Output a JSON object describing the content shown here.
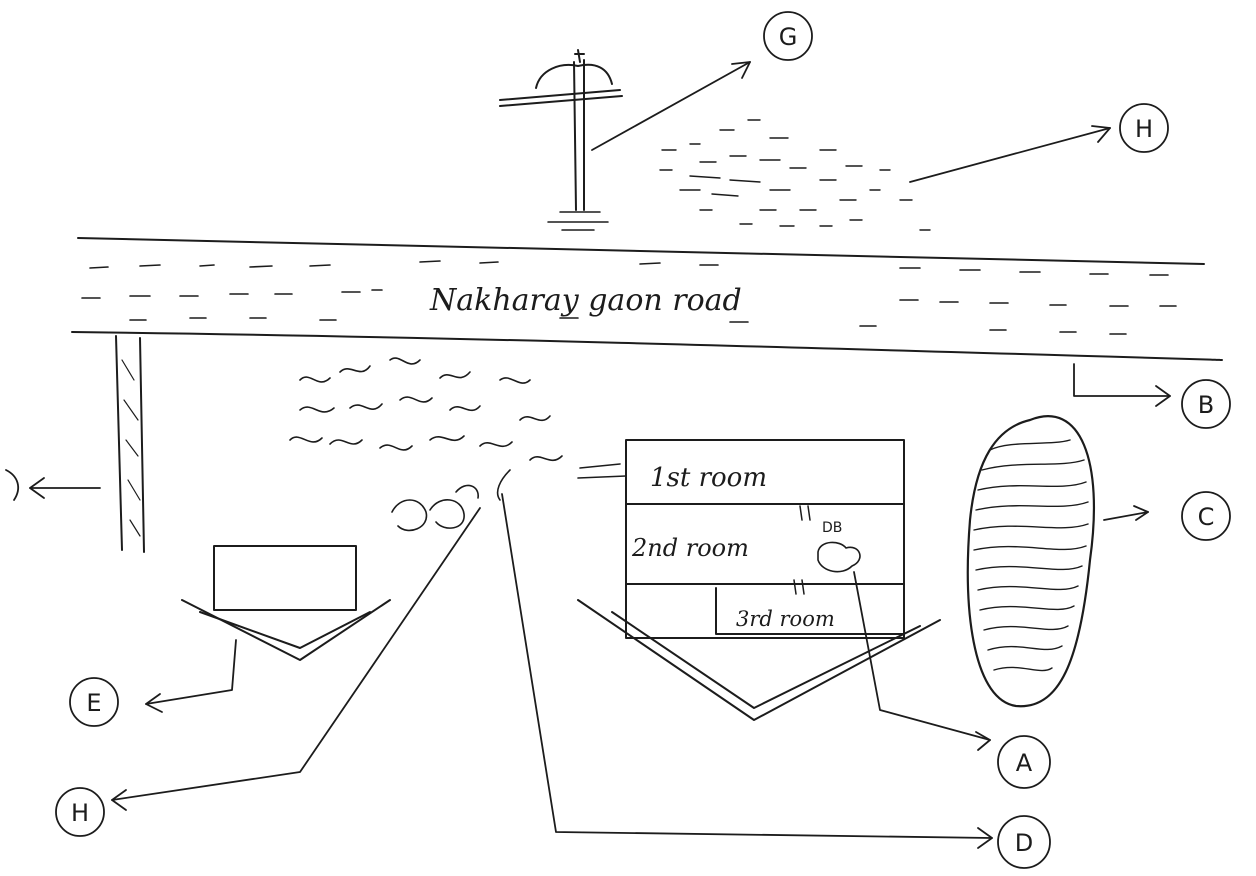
{
  "road": {
    "label": "Nakharay gaon road"
  },
  "rooms": [
    {
      "label": "1st room"
    },
    {
      "label": "2nd room"
    },
    {
      "label": "3rd room"
    }
  ],
  "marker": {
    "label": "DB"
  },
  "labels": {
    "A": "A",
    "B": "B",
    "C": "C",
    "D": "D",
    "E": "E",
    "G": "G",
    "H_top": "H",
    "H_bottom": "H"
  }
}
